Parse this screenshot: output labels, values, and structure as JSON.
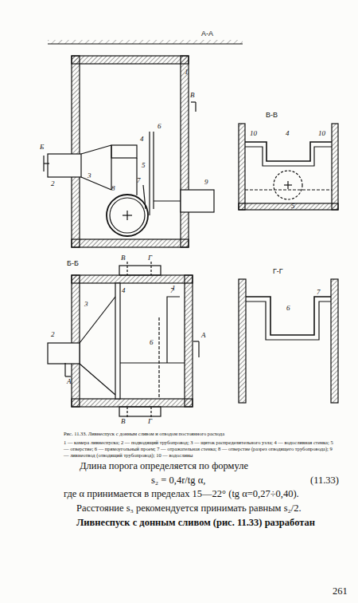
{
  "diagram": {
    "caption": "Рис. 11.33. Ливнеспуск с донным сливом и отводом постоянного расхода",
    "labels": [
      "А-А",
      "1",
      "В",
      "Б",
      "2",
      "3",
      "4",
      "5",
      "6",
      "7",
      "8",
      "9",
      "В-В",
      "10",
      "4",
      "10",
      "5",
      "Б-Б",
      "В",
      "Г",
      "1",
      "2",
      "3",
      "4",
      "7",
      "6",
      "А",
      "А",
      "В",
      "Г",
      "Г-Г",
      "6",
      "7",
      "1 — камера ливнеспуска; 2 — подводящий трубопровод; 3 — щиток распределительного узла; 4 — водосливная стенка; 5 — отверстие; 6 — прямоугольный проем; 7 — отражательная стенка; 8 — отверстие (разрез отводящего трубопровода); 9 — ливнеотвод (отводящий трубопровод); 10 — водосливы",
      "Длина порога определяется по формуле",
      "s₂ = 0,4r/tg α,",
      "(11.33)",
      "где α принимается в пределах 15—22° (tg α=0,27÷0,40).",
      "Расстояние s₃ рекомендуется принимать равным s₂/2.",
      "Ливнеспуск с донным сливом (рис. 11.33) разработан",
      "261"
    ]
  }
}
